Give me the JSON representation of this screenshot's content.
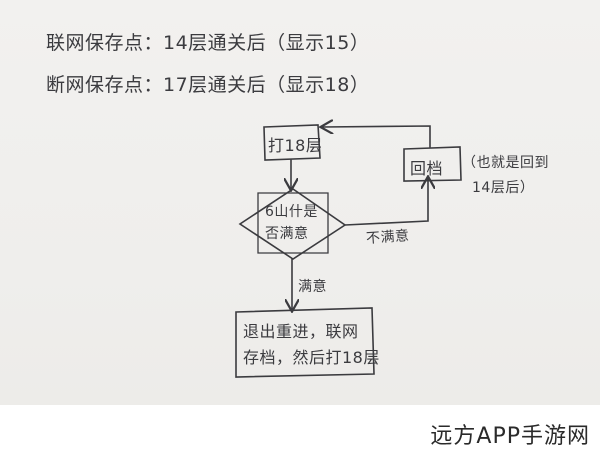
{
  "notes": {
    "online_save": "联网保存点：14层通关后（显示15）",
    "offline_save": "断网保存点：17层通关后（显示18）"
  },
  "flow": {
    "start_box": "打18层",
    "decision": {
      "line1": "6山什是",
      "line2": "否满意"
    },
    "no_branch_label": "不满意",
    "load_box": "回档",
    "load_note": {
      "line1": "（也就是回到",
      "line2": "14层后）"
    },
    "yes_branch_label": "满意",
    "end_box": {
      "line1": "退出重进，联网",
      "line2": "存档，然后打18层"
    }
  },
  "watermark": "远方APP手游网",
  "colors": {
    "ink": "#3b3b3f",
    "paper": "#efeeec"
  }
}
